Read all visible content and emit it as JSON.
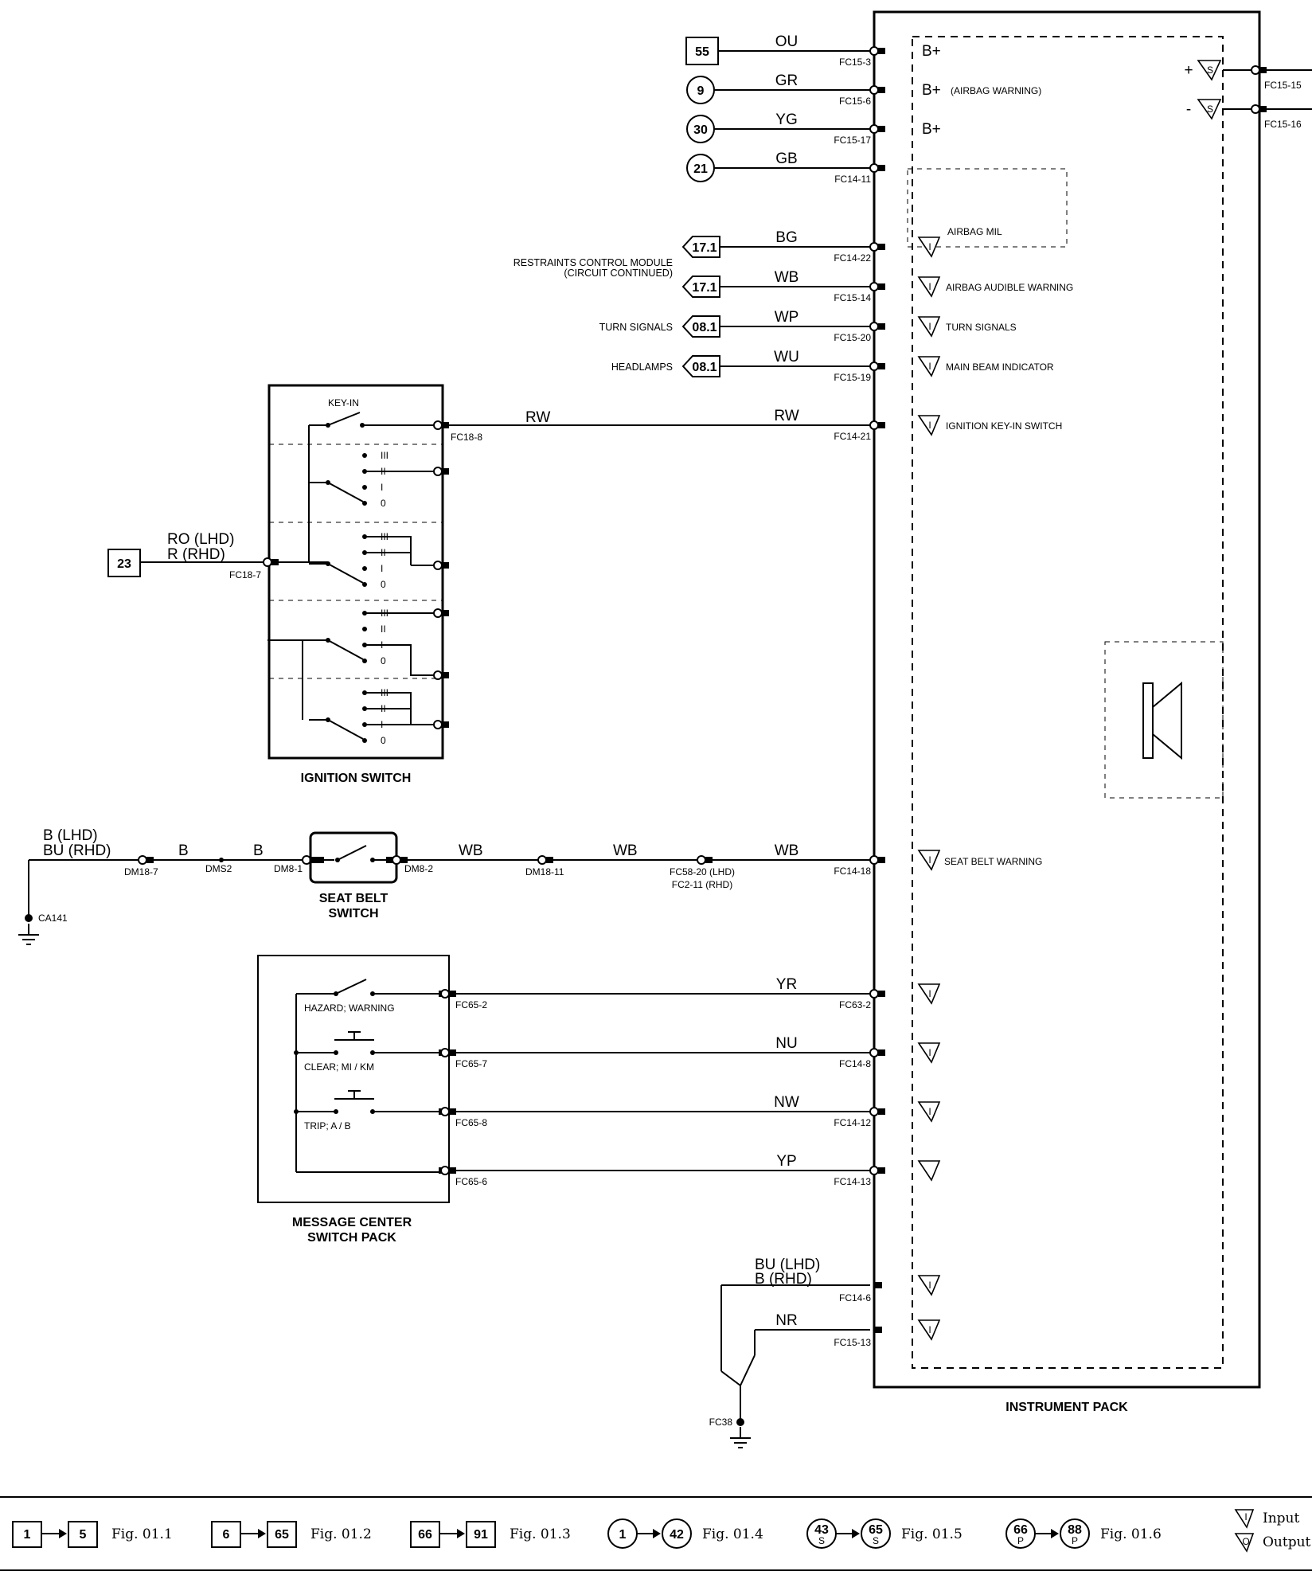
{
  "instrument_pack": {
    "title": "INSTRUMENT PACK",
    "inputs": [
      {
        "ref": "55",
        "ref_shape": "square",
        "wire": "OU",
        "connector": "FC15-3",
        "function": "B+"
      },
      {
        "ref": "9",
        "ref_shape": "circle",
        "wire": "GR",
        "connector": "FC15-6",
        "function": "B+",
        "function_note": "(AIRBAG WARNING)"
      },
      {
        "ref": "30",
        "ref_shape": "circle",
        "wire": "YG",
        "connector": "FC15-17",
        "function": "B+"
      },
      {
        "ref": "21",
        "ref_shape": "circle",
        "wire": "GB",
        "connector": "FC14-11",
        "function": ""
      },
      {
        "ref": "17.1",
        "ref_shape": "arrow",
        "wire": "BG",
        "connector": "FC14-22",
        "function": "AIRBAG MIL"
      },
      {
        "ref": "17.1",
        "ref_shape": "arrow",
        "wire": "WB",
        "connector": "FC15-14",
        "function": "AIRBAG AUDIBLE WARNING"
      },
      {
        "ref": "08.1",
        "ref_shape": "arrow",
        "wire": "WP",
        "connector": "FC15-20",
        "function": "TURN SIGNALS",
        "source": "TURN SIGNALS"
      },
      {
        "ref": "08.1",
        "ref_shape": "arrow",
        "wire": "WU",
        "connector": "FC15-19",
        "function": "MAIN BEAM INDICATOR",
        "source": "HEADLAMPS"
      }
    ],
    "restraints_label_1": "RESTRAINTS CONTROL MODULE",
    "restraints_label_2": "(CIRCUIT CONTINUED)",
    "keyin": {
      "wire_left": "RW",
      "wire_right": "RW",
      "connector": "FC14-21",
      "function": "IGNITION KEY-IN SWITCH"
    },
    "seatbelt": {
      "wire": "WB",
      "connector": "FC14-18",
      "function": "SEAT BELT WARNING"
    },
    "msg_inputs": [
      {
        "wire": "YR",
        "connector": "FC63-2"
      },
      {
        "wire": "NU",
        "connector": "FC14-8"
      },
      {
        "wire": "NW",
        "connector": "FC14-12"
      },
      {
        "wire": "YP",
        "connector": "FC14-13"
      }
    ],
    "ground_inputs": [
      {
        "wire_1": "BU (LHD)",
        "wire_2": "B (RHD)",
        "connector": "FC14-6"
      },
      {
        "wire": "NR",
        "connector": "FC15-13"
      }
    ],
    "ground_ref": "FC38",
    "outputs": [
      {
        "sign": "+",
        "sym": "S",
        "connector": "FC15-15"
      },
      {
        "sign": "-",
        "sym": "S",
        "connector": "FC15-16"
      }
    ]
  },
  "ignition_switch": {
    "title": "IGNITION SWITCH",
    "keyin_label": "KEY-IN",
    "connector_out": "FC18-8",
    "connector_in": "FC18-7",
    "supply_ref": "23",
    "supply_wire_1": "RO (LHD)",
    "supply_wire_2": "R (RHD)",
    "positions": [
      "III",
      "II",
      "I",
      "0"
    ]
  },
  "seat_belt_switch": {
    "title_1": "SEAT BELT",
    "title_2": "SWITCH",
    "ground_wire_1": "B (LHD)",
    "ground_wire_2": "BU (RHD)",
    "ground_ref": "CA141",
    "conn_dm18_7": "DM18-7",
    "conn_dms2": "DMS2",
    "conn_dm8_1": "DM8-1",
    "conn_dm8_2": "DM8-2",
    "conn_dm18_11": "DM18-11",
    "conn_fc58_1": "FC58-20 (LHD)",
    "conn_fc58_2": "FC2-11 (RHD)",
    "wire_b": "B",
    "wire_wb": "WB"
  },
  "message_center": {
    "title_1": "MESSAGE CENTER",
    "title_2": "SWITCH PACK",
    "switches": [
      {
        "label": "HAZARD; WARNING",
        "connector": "FC65-2"
      },
      {
        "label": "CLEAR; MI / KM",
        "connector": "FC65-7"
      },
      {
        "label": "TRIP; A / B",
        "connector": "FC65-8"
      },
      {
        "label": "",
        "connector": "FC65-6"
      }
    ]
  },
  "legend": {
    "items": [
      {
        "from": "1",
        "to": "5",
        "shape": "square",
        "fig": "Fig. 01.1"
      },
      {
        "from": "6",
        "to": "65",
        "shape": "square",
        "fig": "Fig. 01.2"
      },
      {
        "from": "66",
        "to": "91",
        "shape": "square",
        "fig": "Fig. 01.3"
      },
      {
        "from": "1",
        "to": "42",
        "shape": "circle",
        "fig": "Fig. 01.4"
      },
      {
        "from": "43",
        "from_sub": "S",
        "to": "65",
        "to_sub": "S",
        "shape": "circle",
        "fig": "Fig. 01.5"
      },
      {
        "from": "66",
        "from_sub": "P",
        "to": "88",
        "to_sub": "P",
        "shape": "circle",
        "fig": "Fig. 01.6"
      }
    ],
    "input_label": "Input",
    "output_label": "Output",
    "input_symbol": "I",
    "output_symbol": "O"
  }
}
